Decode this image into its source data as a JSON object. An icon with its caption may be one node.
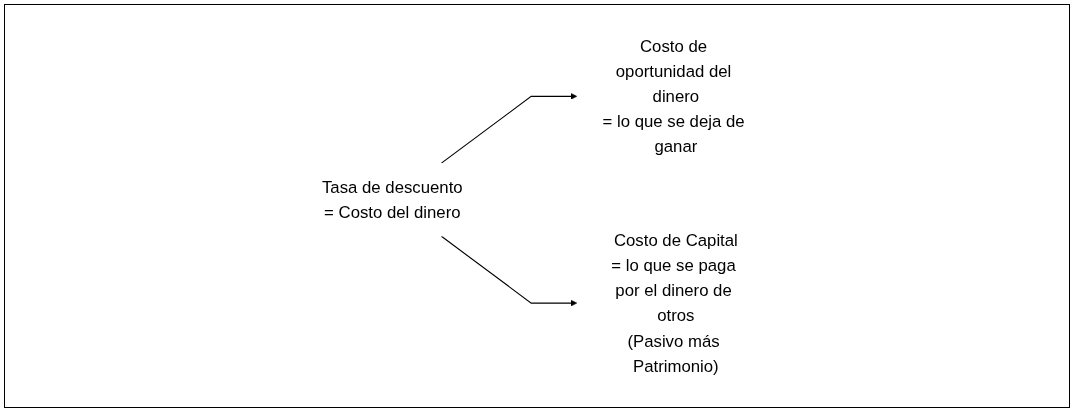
{
  "diagram": {
    "nodes": [
      {
        "text": [
          "Tasa de descuento",
          "= Costo del dinero"
        ]
      },
      {
        "text": [
          "Costo de oportunidad del dinero",
          "= lo que se deja de ganar"
        ]
      },
      {
        "text": [
          "Costo de Capital",
          "= lo que se paga por el dinero de otros",
          "(Pasivo más Patrimonio)"
        ]
      }
    ],
    "edges": [
      {
        "from": 0,
        "to": 1,
        "arrow": "to"
      },
      {
        "from": 0,
        "to": 2,
        "arrow": "to"
      }
    ]
  }
}
